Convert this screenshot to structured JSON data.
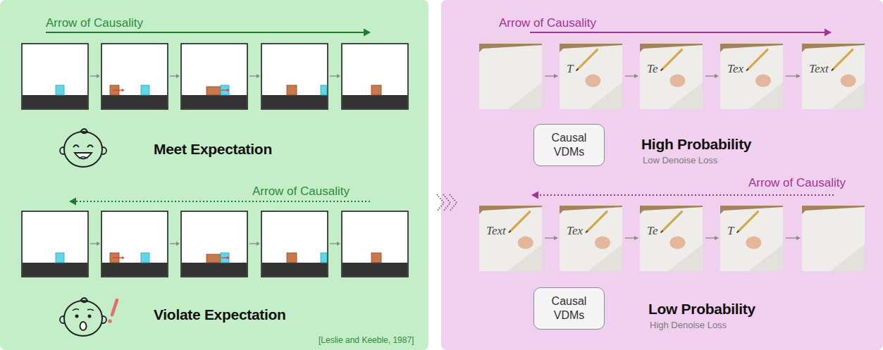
{
  "diagram": {
    "nodes": [
      {
        "text": [
          "Causal VDMs"
        ]
      },
      {
        "text": [
          "Causal VDMs"
        ]
      }
    ],
    "labels": [
      "Arrow of Causality",
      "Meet Expectation",
      "Arrow of Causality",
      "Violate Expectation",
      "[Leslie and Keeble, 1987]",
      "Arrow of Causality",
      "T",
      "Te",
      "Tex",
      "Text",
      "High Probability",
      "Low Denoise Loss",
      "Arrow of Causality",
      "Text",
      "Tex",
      "Te",
      "T",
      "Low Probability",
      "High Denoise Loss"
    ]
  }
}
